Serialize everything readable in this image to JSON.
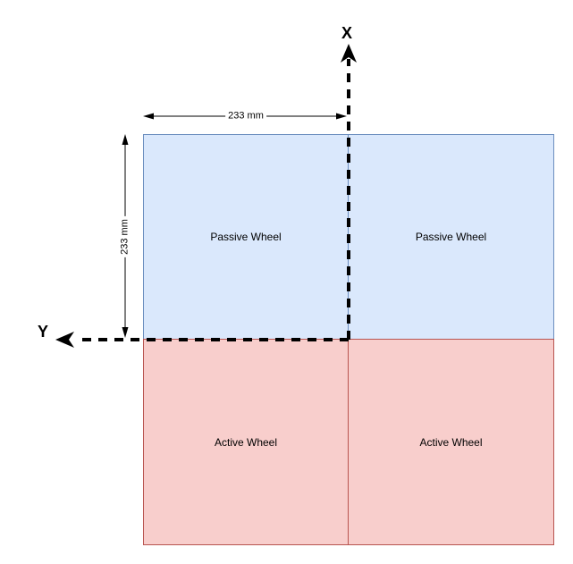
{
  "diagram": {
    "title": "wheel-layout-diagram",
    "axes": {
      "x_label": "X",
      "y_label": "Y"
    },
    "dimensions": {
      "width_label": "233 mm",
      "height_label": "233 mm"
    },
    "wheels": [
      {
        "label": "Passive Wheel",
        "type": "passive",
        "position": "top-left"
      },
      {
        "label": "Passive Wheel",
        "type": "passive",
        "position": "top-right"
      },
      {
        "label": "Active Wheel",
        "type": "active",
        "position": "bottom-left"
      },
      {
        "label": "Active Wheel",
        "type": "active",
        "position": "bottom-right"
      }
    ],
    "colors": {
      "passive_fill": "#dae8fc",
      "passive_border": "#6c8ebf",
      "active_fill": "#f8cecc",
      "active_border": "#b85450",
      "axis": "#000000"
    }
  }
}
